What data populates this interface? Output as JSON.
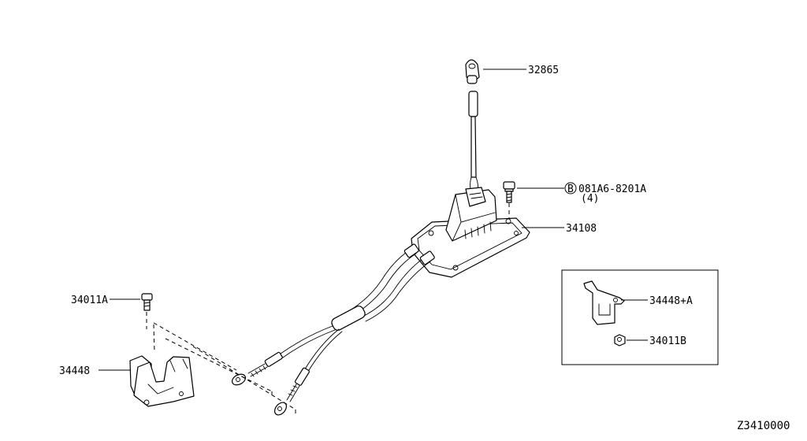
{
  "labels": {
    "knob": "32865",
    "bolt_code": "081A6-8201A",
    "bolt_badge": "B",
    "bolt_qty": "(4)",
    "shifter": "34108",
    "bolt_small": "34011A",
    "bracket": "34448",
    "bracket_alt": "34448+A",
    "nut": "34011B"
  },
  "diagram_code": "Z3410000"
}
